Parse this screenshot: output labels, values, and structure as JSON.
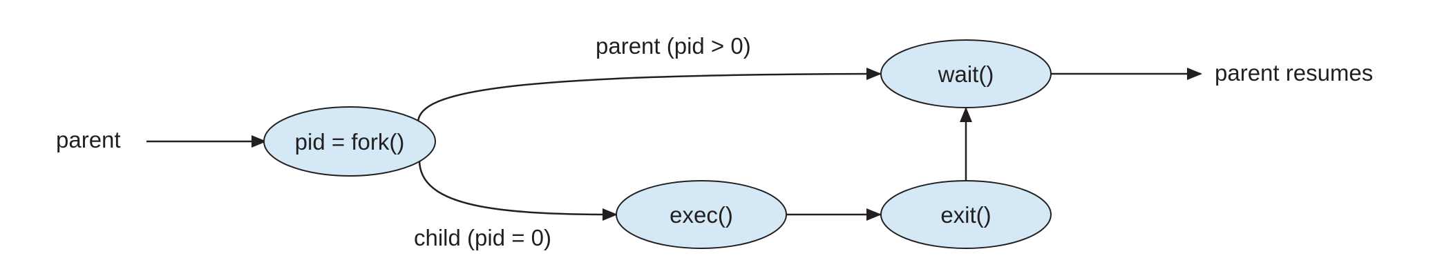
{
  "colors": {
    "node_fill": "#d4e8f5",
    "stroke": "#231f20",
    "text": "#231f20"
  },
  "nodes": {
    "fork": "pid = fork()",
    "wait": "wait()",
    "exec": "exec()",
    "exit": "exit()"
  },
  "labels": {
    "parent_start": "parent",
    "parent_branch": "parent (pid > 0)",
    "child_branch": "child (pid = 0)",
    "parent_resumes": "parent resumes"
  }
}
